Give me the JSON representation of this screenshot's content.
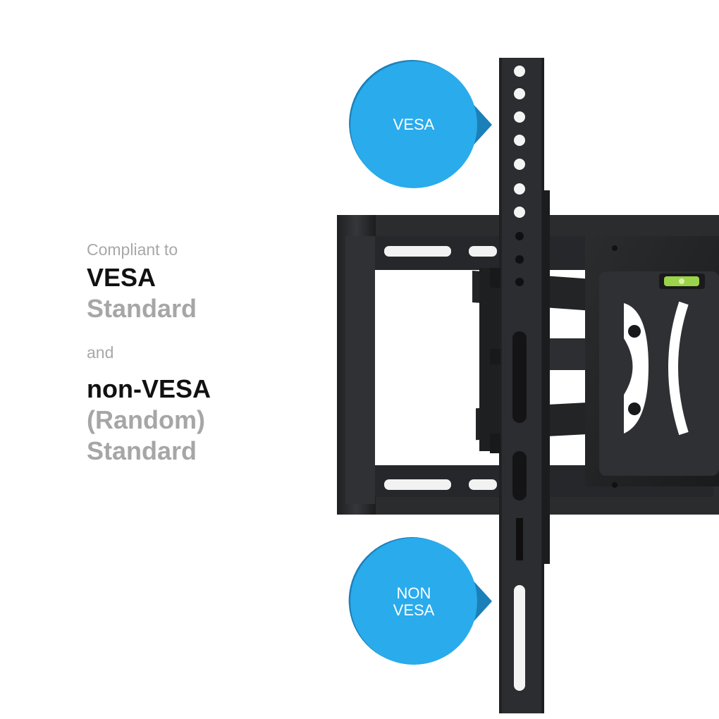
{
  "left_text": {
    "line1": "Compliant to",
    "line2": "VESA",
    "line3": "Standard",
    "line4": "and",
    "line5": "non-VESA",
    "line6": "(Random)",
    "line7": "Standard"
  },
  "badges": {
    "top_label": "VESA",
    "bottom_line1": "NON",
    "bottom_line2": "VESA"
  },
  "colors": {
    "badge_blue": "#29abec",
    "badge_blue_dark": "#1b7fb8",
    "metal": "#2a2b2d"
  }
}
